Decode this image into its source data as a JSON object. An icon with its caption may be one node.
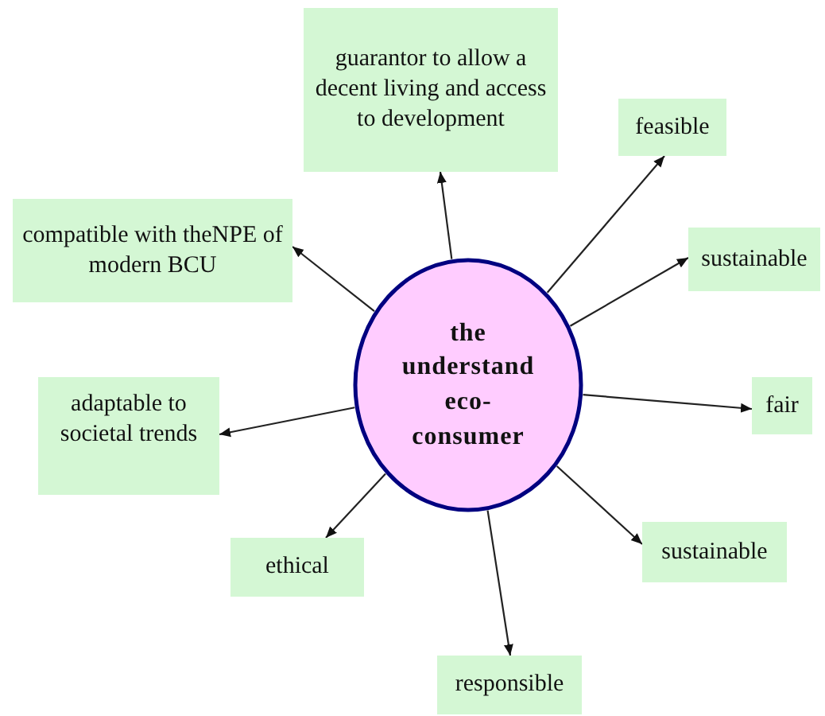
{
  "diagram": {
    "nodes": [
      {
        "text": [
          "the understand eco-consumer"
        ]
      },
      {
        "text": [
          "guarantor to allow a decent living and access to development"
        ]
      },
      {
        "text": [
          "feasible"
        ]
      },
      {
        "text": [
          "compatible with theNPE of modern BCU"
        ]
      },
      {
        "text": [
          "sustainable"
        ]
      },
      {
        "text": [
          "adaptable to societal trends"
        ]
      },
      {
        "text": [
          "fair"
        ]
      },
      {
        "text": [
          "ethical"
        ]
      },
      {
        "text": [
          "sustainable"
        ]
      },
      {
        "text": [
          "responsible"
        ]
      }
    ],
    "edges": [
      {
        "from": 0,
        "to": 1,
        "arrow": "to"
      },
      {
        "from": 0,
        "to": 2,
        "arrow": "to"
      },
      {
        "from": 0,
        "to": 3,
        "arrow": "to"
      },
      {
        "from": 0,
        "to": 4,
        "arrow": "to"
      },
      {
        "from": 0,
        "to": 5,
        "arrow": "to"
      },
      {
        "from": 0,
        "to": 6,
        "arrow": "to"
      },
      {
        "from": 0,
        "to": 7,
        "arrow": "to"
      },
      {
        "from": 0,
        "to": 8,
        "arrow": "to"
      },
      {
        "from": 0,
        "to": 9,
        "arrow": "to"
      }
    ]
  }
}
